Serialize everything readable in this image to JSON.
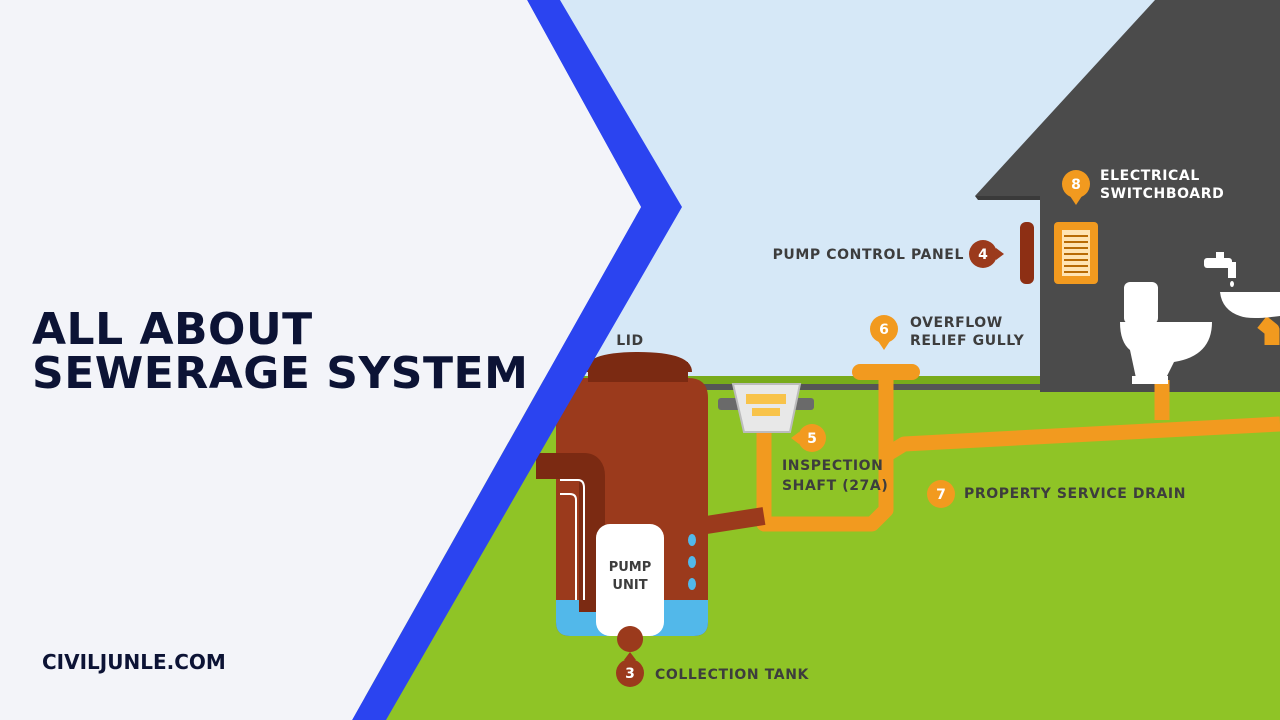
{
  "title": {
    "line1": "ALL ABOUT",
    "line2": "SEWERAGE SYSTEM"
  },
  "site": "CIVILJUNLE.COM",
  "diagram": {
    "lid": "LID",
    "pump_unit": {
      "line1": "PUMP",
      "line2": "UNIT"
    },
    "markers": [
      {
        "num": "3",
        "label": "COLLECTION TANK"
      },
      {
        "num": "4",
        "label": "PUMP CONTROL PANEL"
      },
      {
        "num": "5",
        "line1": "INSPECTION",
        "line2": "SHAFT (27A)"
      },
      {
        "num": "6",
        "line1": "OVERFLOW",
        "line2": "RELIEF GULLY"
      },
      {
        "num": "7",
        "label": "PROPERTY SERVICE DRAIN"
      },
      {
        "num": "8",
        "line1": "ELECTRICAL",
        "line2": "SWITCHBOARD"
      }
    ]
  },
  "colors": {
    "accent": "#2b44f0",
    "pipe": "#f29a1f",
    "tank": "#9b3a1c",
    "house": "#4b4b4b",
    "grass": "#8fc426",
    "sky": "#d6e8f7",
    "title": "#0c1335"
  }
}
